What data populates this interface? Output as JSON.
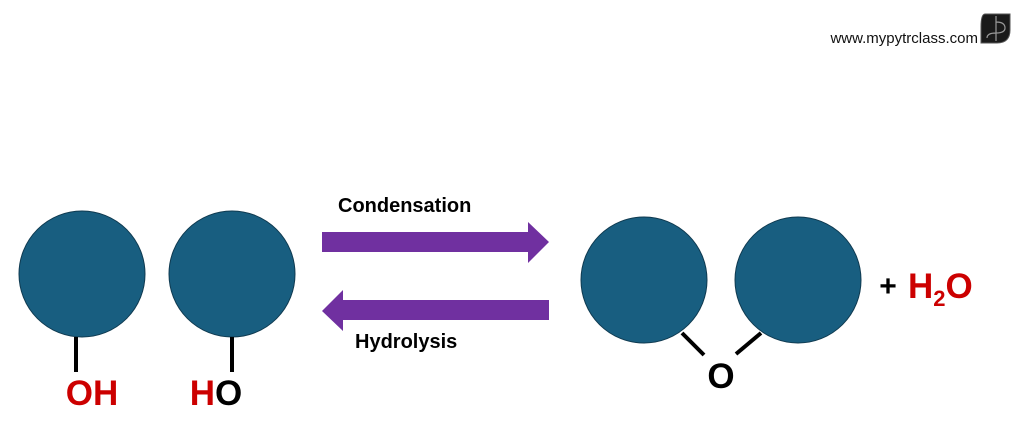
{
  "watermark": {
    "url_text": "www.mypytrclass.com",
    "logo_icon": "mypytrclass-logo-icon"
  },
  "colors": {
    "monomer_fill": "#185e80",
    "monomer_stroke": "#0f3a50",
    "arrow_fill": "#7030a0",
    "highlight_red": "#cc0000",
    "text_black": "#000000"
  },
  "reactants": {
    "left_monomer_group": [
      "O",
      "H"
    ],
    "right_monomer_group": [
      "H",
      "O"
    ]
  },
  "arrows": {
    "forward_label": "Condensation",
    "reverse_label": "Hydrolysis"
  },
  "product": {
    "bridge_atom": "O",
    "plus": "+",
    "water": {
      "h": "H",
      "subscript": "2",
      "o": "O"
    }
  }
}
